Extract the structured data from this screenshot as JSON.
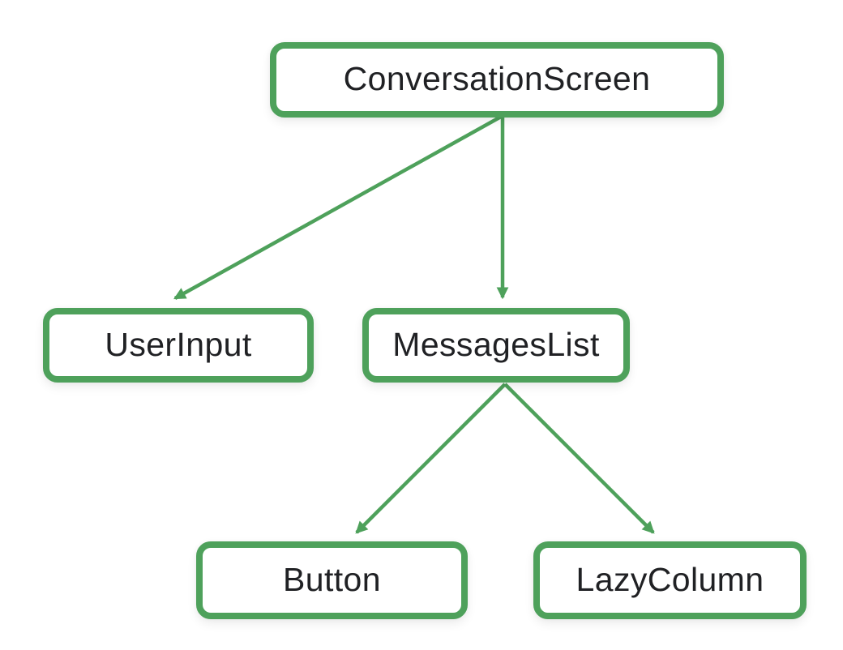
{
  "diagram": {
    "type": "tree",
    "nodes": [
      {
        "id": "conversation-screen",
        "label": "ConversationScreen"
      },
      {
        "id": "user-input",
        "label": "UserInput"
      },
      {
        "id": "messages-list",
        "label": "MessagesList"
      },
      {
        "id": "button",
        "label": "Button"
      },
      {
        "id": "lazy-column",
        "label": "LazyColumn"
      }
    ],
    "edges": [
      {
        "from": "ConversationScreen",
        "to": "UserInput"
      },
      {
        "from": "ConversationScreen",
        "to": "MessagesList"
      },
      {
        "from": "MessagesList",
        "to": "Button"
      },
      {
        "from": "MessagesList",
        "to": "LazyColumn"
      }
    ]
  },
  "colors": {
    "accent_green": "#4EA15B",
    "node_fill": "#ffffff",
    "text": "#202124",
    "background": "#ffffff"
  }
}
